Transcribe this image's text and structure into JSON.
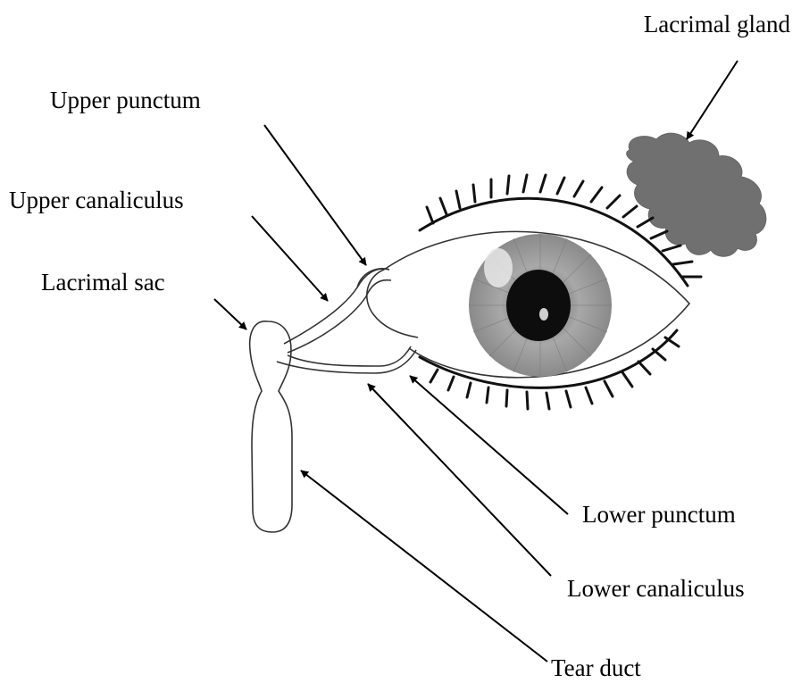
{
  "labels": {
    "lacrimal_gland": "Lacrimal gland",
    "upper_punctum": "Upper punctum",
    "upper_canaliculus": "Upper canaliculus",
    "lacrimal_sac": "Lacrimal sac",
    "lower_punctum": "Lower punctum",
    "lower_canaliculus": "Lower canaliculus",
    "tear_duct": "Tear duct"
  },
  "colors": {
    "gland": "#707070",
    "iris": "#9a9a9a",
    "pupil": "#0d0d0d",
    "lines": "#000000"
  }
}
